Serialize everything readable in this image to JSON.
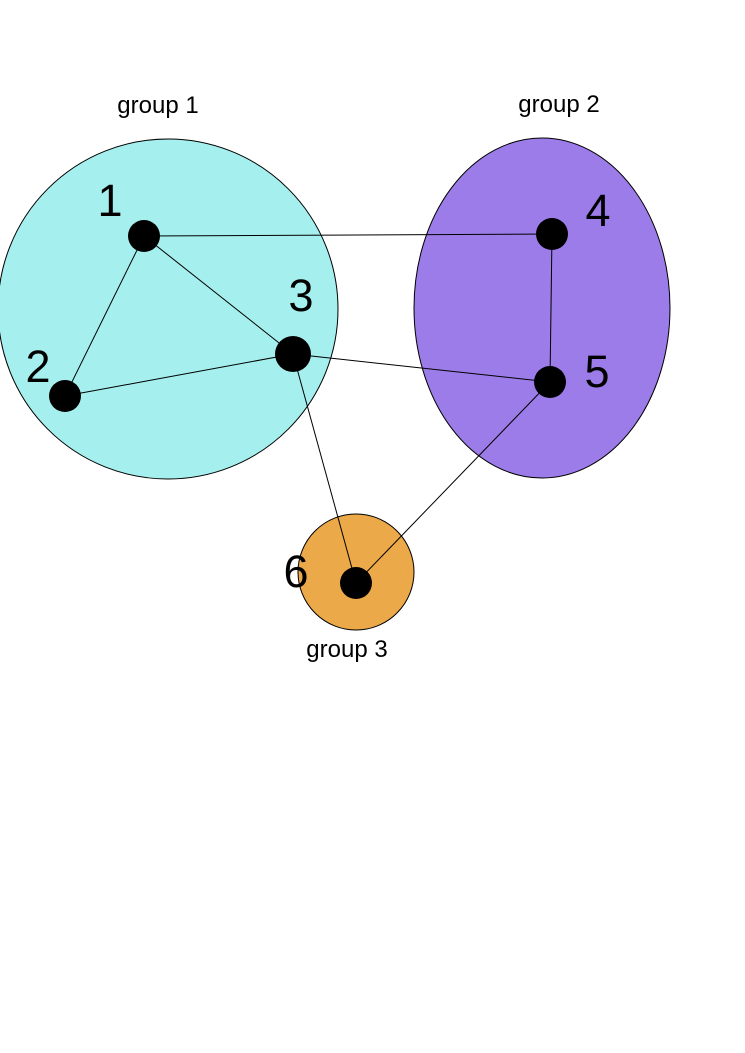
{
  "figure": {
    "type": "network-graph",
    "background": "#ffffff"
  },
  "style": {
    "node_color": "#000000",
    "edge_color": "#000000",
    "label_color": "#000000"
  },
  "groups": [
    {
      "label": "group 1",
      "color": "#a5f0ee",
      "shape": "circle",
      "members": [
        "1",
        "2",
        "3"
      ]
    },
    {
      "label": "group 2",
      "color": "#9c7ce8",
      "shape": "ellipse",
      "members": [
        "4",
        "5"
      ]
    },
    {
      "label": "group 3",
      "color": "#eba94a",
      "shape": "circle",
      "members": [
        "6"
      ]
    }
  ],
  "nodes": [
    {
      "label": "1"
    },
    {
      "label": "2"
    },
    {
      "label": "3"
    },
    {
      "label": "4"
    },
    {
      "label": "5"
    },
    {
      "label": "6"
    }
  ],
  "edges": [
    [
      "1",
      "2"
    ],
    [
      "1",
      "3"
    ],
    [
      "1",
      "4"
    ],
    [
      "2",
      "3"
    ],
    [
      "3",
      "5"
    ],
    [
      "3",
      "6"
    ],
    [
      "4",
      "5"
    ],
    [
      "5",
      "6"
    ]
  ]
}
